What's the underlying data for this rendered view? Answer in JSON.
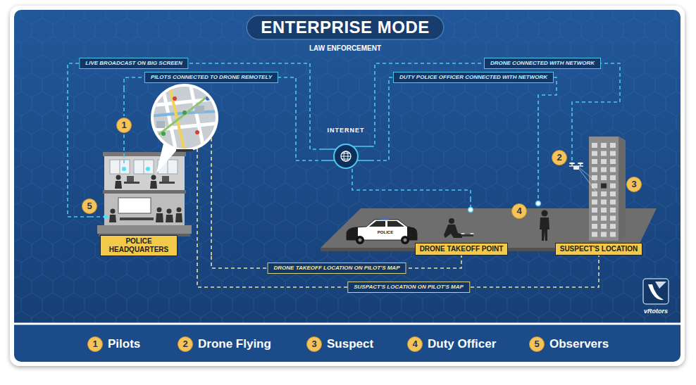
{
  "diagram": {
    "title": "ENTERPRISE MODE",
    "nodes": [
      {
        "text": [
          "POLICE HEADQUARTERS"
        ]
      },
      {
        "text": [
          "INTERNET"
        ]
      },
      {
        "text": [
          "DRONE TAKEOFF POINT"
        ]
      },
      {
        "text": [
          "SUSPECT'S LOCATION"
        ]
      }
    ],
    "edges": [
      {
        "from": 0,
        "to": 1,
        "label": "LIVE BROADCAST ON BIG SCREEN",
        "arrow": "none"
      },
      {
        "from": 0,
        "to": 1,
        "label": "PILOTS CONNECTED TO DRONE REMOTELY",
        "arrow": "none"
      },
      {
        "from": 1,
        "to": 3,
        "label": "DRONE CONNECTED WITH NETWORK",
        "arrow": "none"
      },
      {
        "from": 1,
        "to": 3,
        "label": "DUTY POLICE OFFICER CONNECTED WITH NETWORK",
        "arrow": "none"
      },
      {
        "from": 1,
        "to": 2,
        "arrow": "none"
      },
      {
        "from": 0,
        "to": 2,
        "label": "DRONE TAKEOFF LOCATION ON PILOT'S MAP",
        "arrow": "none"
      },
      {
        "from": 0,
        "to": 3,
        "label": "SUSPACT'S LOCATION ON PILOT'S MAP",
        "arrow": "none"
      }
    ],
    "labels": [
      "LAW ENFORCEMENT",
      "1",
      "5",
      "2",
      "3",
      "4",
      "POLICE",
      "vRotors",
      "1",
      "Pilots",
      "2",
      "Drone Flying",
      "3",
      "Suspect",
      "4",
      "Duty Officer",
      "5",
      "Observers"
    ]
  }
}
